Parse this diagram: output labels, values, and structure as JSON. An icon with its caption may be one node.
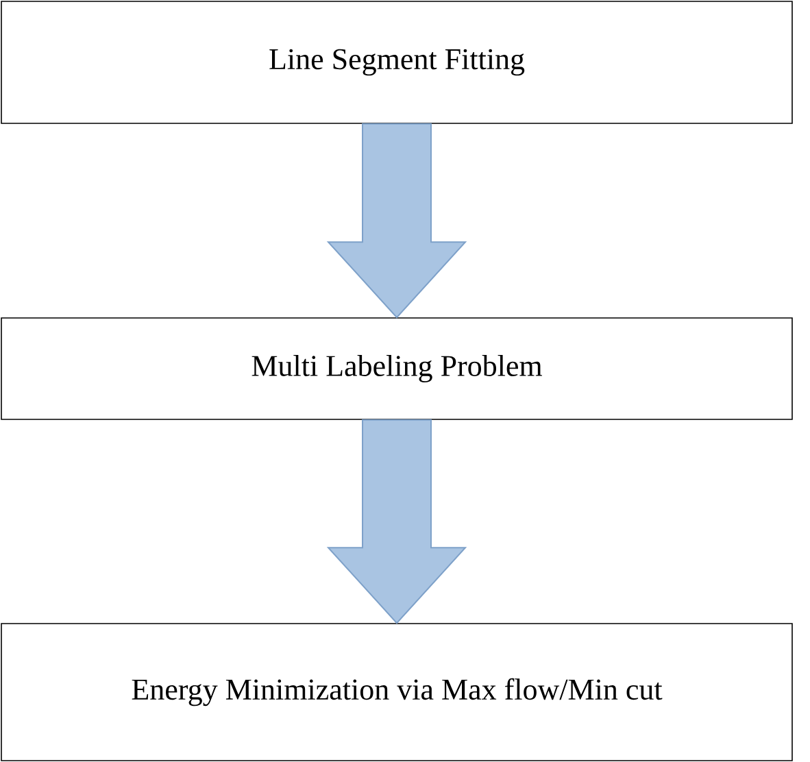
{
  "diagram": {
    "nodes": [
      {
        "text": [
          "Line Segment Fitting"
        ]
      },
      {
        "text": [
          "Multi Labeling Problem"
        ]
      },
      {
        "text": [
          "Energy Minimization via Max flow/Min cut"
        ]
      }
    ],
    "edges": [
      {
        "from": 0,
        "to": 1,
        "arrow": "to"
      },
      {
        "from": 1,
        "to": 2,
        "arrow": "to"
      }
    ]
  }
}
